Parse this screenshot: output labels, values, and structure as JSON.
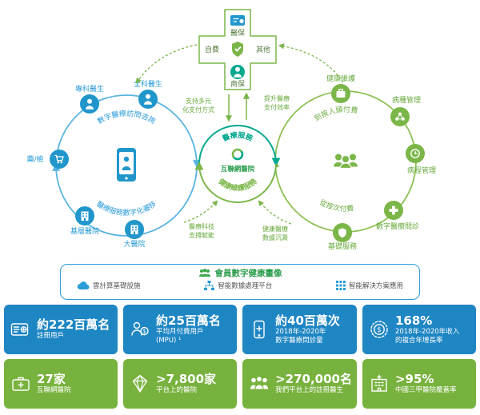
{
  "colors": {
    "blue": "#1f86c4",
    "light_blue": "#2b9cd8",
    "green": "#78b23e",
    "teal": "#00a88e"
  },
  "payment_cross": {
    "top": "醫保",
    "left": "自費",
    "right": "其他",
    "bottom": "商保",
    "icons": {
      "top": "medical-insurance-icon",
      "center": "shield-check-icon",
      "bottom": "commercial-insurance-icon"
    }
  },
  "center_hub": {
    "top_arc": "醫療服務",
    "bottom_arc": "健康維護服務",
    "label": "互聯網醫院",
    "logo_icon": "internet-hospital-logo",
    "notes": {
      "left": [
        "支持多元",
        "化支付方式"
      ],
      "right": [
        "提升醫療",
        "支付效率"
      ],
      "bottom_left": [
        "醫療科技",
        "支撐賦能"
      ],
      "bottom_right": [
        "健康醫療",
        "數據沉澱"
      ]
    }
  },
  "left_cycle": {
    "top_arc": "數字醫療訪問咨詢",
    "bottom_arc": "醫療服務數字化遷移",
    "center_icon": "smartphone-icon",
    "nodes": [
      {
        "label": "專科醫生",
        "icon": "doctor-icon"
      },
      {
        "label": "全科醫生",
        "icon": "doctor-icon"
      },
      {
        "label": "藥/檢",
        "icon": "cart-icon"
      },
      {
        "label": "基層醫院",
        "icon": "clinic-building-icon"
      },
      {
        "label": "大醫院",
        "icon": "hospital-building-icon"
      }
    ]
  },
  "right_cycle": {
    "top_arc": "到按人頭付費",
    "bottom_arc": "從按次付費",
    "center_icon": "members-group-icon",
    "nodes": [
      {
        "label": "健康維護",
        "icon": "briefcase-icon"
      },
      {
        "label": "病種管理",
        "icon": "molecule-icon"
      },
      {
        "label": "病程管理",
        "icon": "clock-icon"
      },
      {
        "label": "數字醫療問診",
        "icon": "medical-cross-icon"
      },
      {
        "label": "基礎服務",
        "icon": "shield-icon"
      }
    ]
  },
  "profile_band": {
    "title": "會員數字健康畫像",
    "title_icon": "people-icon",
    "items": [
      {
        "label": "雲計算基礎設施",
        "icon": "cloud-icon"
      },
      {
        "label": "智能數據處理平台",
        "icon": "data-platform-icon"
      },
      {
        "label": "智能解決方案應用",
        "icon": "apps-grid-icon"
      }
    ]
  },
  "stats": {
    "row1": [
      {
        "value": "約222百萬名",
        "lines": [
          "註冊用戶"
        ],
        "icon": "id-card-icon"
      },
      {
        "value": "約25百萬名",
        "lines": [
          "平均月付費用戶",
          "(MPU) ¹"
        ],
        "icon": "paying-user-icon"
      },
      {
        "value": "約40百萬次",
        "lines": [
          "2018年-2020年",
          "數字醫療問診量"
        ],
        "icon": "mobile-consult-icon"
      },
      {
        "value": "168%",
        "lines": [
          "2018年-2020年收入",
          "的複合年增長率"
        ],
        "icon": "revenue-growth-icon"
      }
    ],
    "row2": [
      {
        "value": "27家",
        "lines": [
          "互聯網醫院"
        ],
        "icon": "first-aid-kit-icon"
      },
      {
        "value": ">7,800家",
        "lines": [
          "平台上的醫院"
        ],
        "icon": "diamond-network-icon"
      },
      {
        "value": ">270,000名",
        "lines": [
          "我們平台上的註冊醫生"
        ],
        "icon": "doctors-group-icon"
      },
      {
        "value": ">95%",
        "lines": [
          "中國三甲醫院覆蓋率"
        ],
        "icon": "hospital-icon"
      }
    ]
  }
}
